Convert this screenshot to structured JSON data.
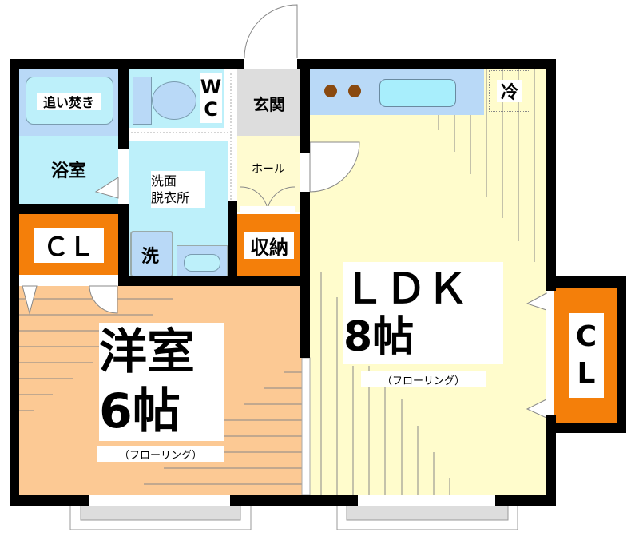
{
  "floorplan": {
    "rooms": {
      "bath_tub": {
        "label": "追い焚き"
      },
      "bathroom": {
        "label": "浴室"
      },
      "wc": {
        "label_w": "W",
        "label_c": "C"
      },
      "washroom": {
        "line1": "洗面",
        "line2": "脱衣所"
      },
      "washer": {
        "label": "洗"
      },
      "entrance": {
        "label": "玄関"
      },
      "hall": {
        "label": "ホール"
      },
      "storage": {
        "label": "収納"
      },
      "closet_left": {
        "label": "ＣＬ"
      },
      "closet_right": {
        "label_c": "C",
        "label_l": "L"
      },
      "fridge": {
        "label": "冷"
      },
      "ldk": {
        "name": "ＬＤＫ",
        "size": "8帖",
        "floor": "（フローリング）"
      },
      "western_room": {
        "name": "洋室",
        "size": "6帖",
        "floor": "（フローリング）"
      }
    },
    "colors": {
      "wall": "#000000",
      "wet_area": "#bde3f5",
      "bath": "#b9d9f7",
      "ldk": "#fffccc",
      "western_room": "#fcc994",
      "closet": "#f47f0a",
      "entrance": "#dddddd",
      "hall": "#fffbd0",
      "kitchen_counter": "#b9d9f7",
      "sink": "#a8eefc",
      "stove": "#8a4a10"
    }
  }
}
